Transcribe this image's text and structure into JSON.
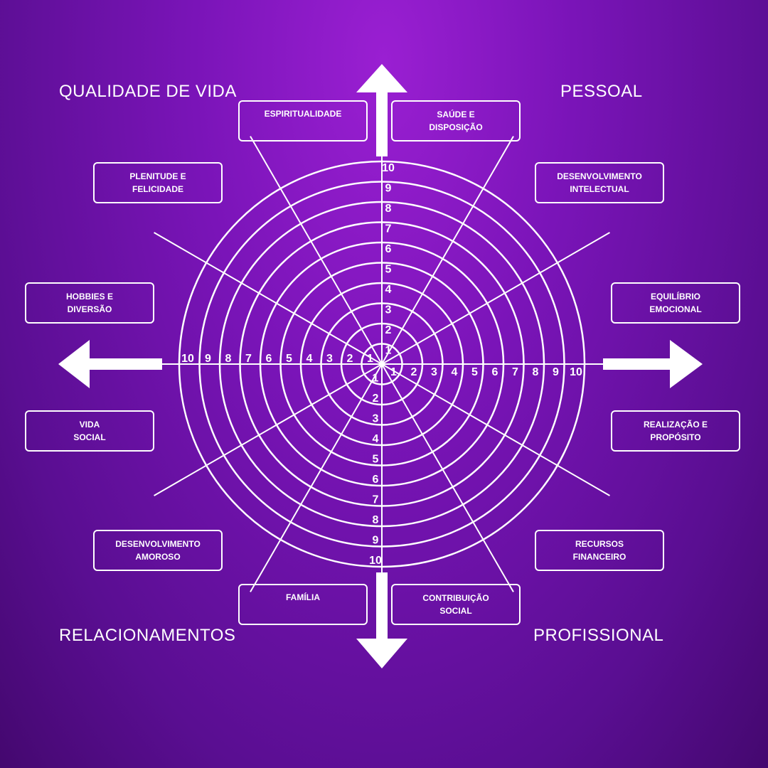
{
  "quadrants": {
    "top_left": "QUALIDADE DE VIDA",
    "top_right": "PESSOAL",
    "bottom_left": "RELACIONAMENTOS",
    "bottom_right": "PROFISSIONAL"
  },
  "areas": {
    "espiritualidade": "ESPIRITUALIDADE",
    "saude": "SAÚDE E\nDISPOSIÇÃO",
    "plenitude": "PLENITUDE E\nFELICIDADE",
    "desenvolvimento_intelectual": "DESENVOLVIMENTO\nINTELECTUAL",
    "hobbies": "HOBBIES E\nDIVERSÃO",
    "equilibrio": "EQUILÍBRIO\nEMOCIONAL",
    "vida_social": "VIDA\nSOCIAL",
    "realizacao": "REALIZAÇÃO E\nPROPÓSITO",
    "desenvolvimento_amoroso": "DESENVOLVIMENTO\nAMOROSO",
    "recursos": "RECURSOS\nFINANCEIRO",
    "familia": "FAMÍLIA",
    "contribuicao": "CONTRIBUIÇÃO\nSOCIAL"
  },
  "scale": [
    "1",
    "2",
    "3",
    "4",
    "5",
    "6",
    "7",
    "8",
    "9",
    "10"
  ],
  "colors": {
    "background": "#7a14b8",
    "lines": "#ffffff"
  }
}
